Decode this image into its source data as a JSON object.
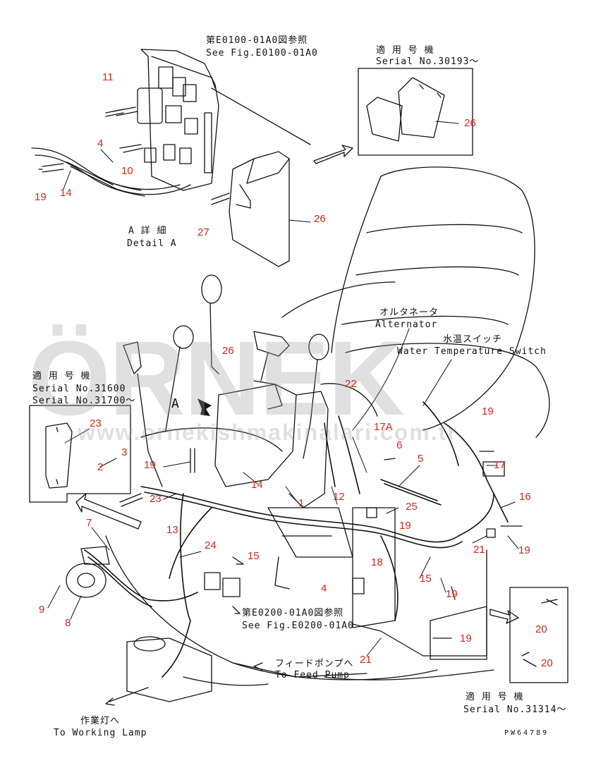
{
  "references": {
    "top_jp": "第E0100-01A0図参照",
    "top_en": "See Fig.E0100-01A0",
    "mid_jp": "第E0200-01A0図参照",
    "mid_en": "See Fig.E0200-01A0"
  },
  "detail": {
    "jp": "A 詳 細",
    "en": "Detail A",
    "marker": "A"
  },
  "serial_boxes": [
    {
      "jp": "適 用 号 機",
      "en": "Serial No.30193～"
    },
    {
      "jp": "適 用 号 機",
      "en1": "Serial No.31600",
      "en2": "Serial No.31700～"
    },
    {
      "jp": "適 用 号 機",
      "en": "Serial No.31314～"
    }
  ],
  "callouts": {
    "alternator_jp": "オルタネータ",
    "alternator_en": "Alternator",
    "water_jp": "水温スイッチ",
    "water_en": "Water Temperature Switch",
    "feed_jp": "フィードポンプへ",
    "feed_en": "To Feed Pump",
    "lamp_jp": "作業灯へ",
    "lamp_en": "To Working Lamp"
  },
  "part_numbers": [
    "11",
    "4",
    "10",
    "19",
    "14",
    "27",
    "26",
    "26",
    "23",
    "3",
    "2",
    "19",
    "7",
    "13",
    "23",
    "9",
    "8",
    "24",
    "26",
    "22",
    "17A",
    "6",
    "5",
    "17",
    "16",
    "19",
    "1",
    "12",
    "25",
    "19",
    "14",
    "15",
    "18",
    "15",
    "4",
    "19",
    "21",
    "19",
    "21",
    "19",
    "20",
    "20"
  ],
  "drawing_code": "PW64789",
  "watermark": {
    "brand": "ÖRNEK",
    "url": "www.ornekishmakinalari.com.tr"
  },
  "colors": {
    "line": "#111111",
    "part_number": "#d0281c",
    "watermark": "#a0a0a0"
  }
}
